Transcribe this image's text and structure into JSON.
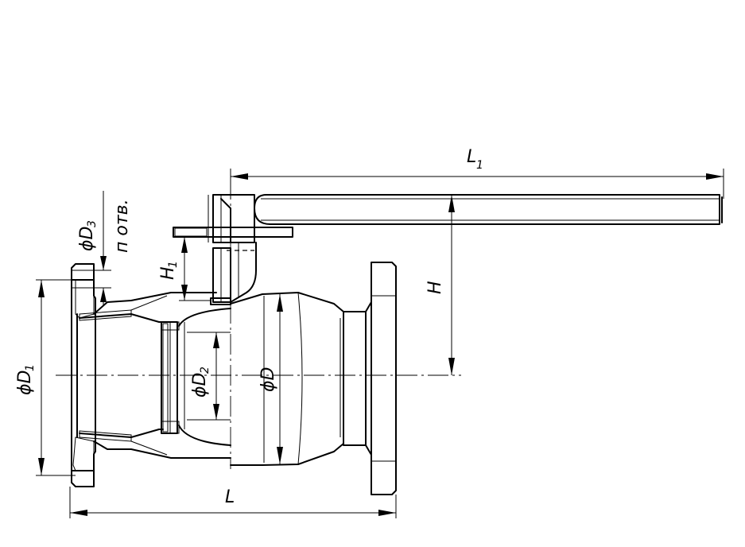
{
  "labels": {
    "L1": {
      "main": "L",
      "sub": "1"
    },
    "H": {
      "main": "H"
    },
    "H1": {
      "main": "H",
      "sub": "1"
    },
    "D": {
      "main": "ϕD"
    },
    "D1": {
      "main": "ϕD",
      "sub": "1"
    },
    "D2": {
      "main": "ϕD",
      "sub": "2"
    },
    "D3": {
      "main": "ϕD",
      "sub": "3"
    },
    "holes": {
      "main": "п отв."
    },
    "L": {
      "main": "L"
    }
  }
}
